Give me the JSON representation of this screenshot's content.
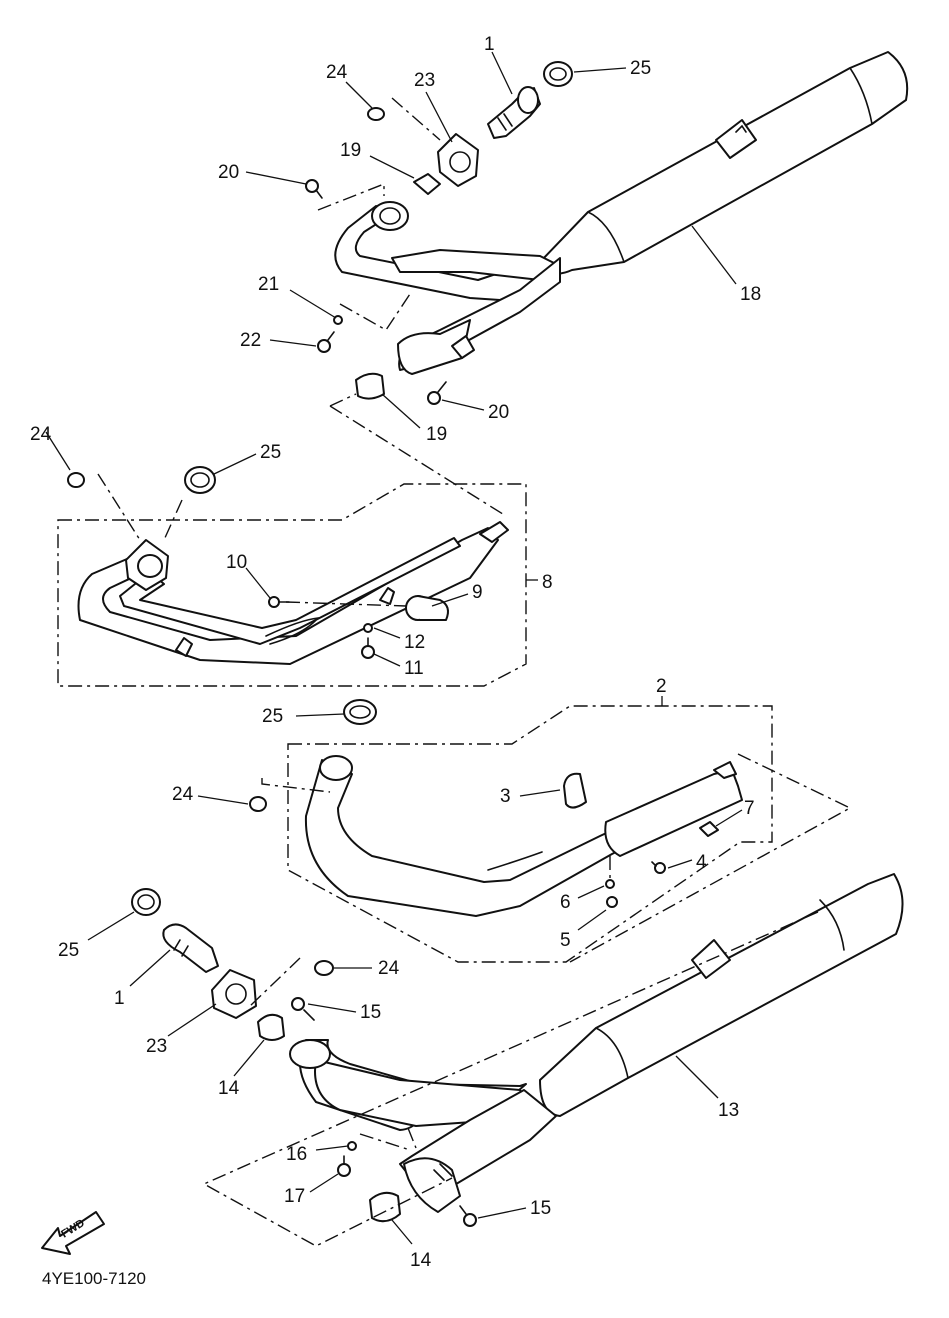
{
  "diagram_code": "4YE100-7120",
  "fwd_label": "FWD",
  "callouts": [
    {
      "id": "c1",
      "text": "1"
    },
    {
      "id": "c2",
      "text": "25"
    },
    {
      "id": "c3",
      "text": "24"
    },
    {
      "id": "c4",
      "text": "23"
    },
    {
      "id": "c5",
      "text": "19"
    },
    {
      "id": "c6",
      "text": "20"
    },
    {
      "id": "c7",
      "text": "18"
    },
    {
      "id": "c8",
      "text": "21"
    },
    {
      "id": "c9",
      "text": "22"
    },
    {
      "id": "c10",
      "text": "20"
    },
    {
      "id": "c11",
      "text": "19"
    },
    {
      "id": "c12",
      "text": "24"
    },
    {
      "id": "c13",
      "text": "25"
    },
    {
      "id": "c14",
      "text": "10"
    },
    {
      "id": "c15",
      "text": "9"
    },
    {
      "id": "c16",
      "text": "8"
    },
    {
      "id": "c17",
      "text": "12"
    },
    {
      "id": "c18",
      "text": "11"
    },
    {
      "id": "c19",
      "text": "2"
    },
    {
      "id": "c20",
      "text": "25"
    },
    {
      "id": "c21",
      "text": "24"
    },
    {
      "id": "c22",
      "text": "3"
    },
    {
      "id": "c23",
      "text": "7"
    },
    {
      "id": "c24",
      "text": "4"
    },
    {
      "id": "c25",
      "text": "6"
    },
    {
      "id": "c26",
      "text": "5"
    },
    {
      "id": "c27",
      "text": "25"
    },
    {
      "id": "c28",
      "text": "1"
    },
    {
      "id": "c29",
      "text": "24"
    },
    {
      "id": "c30",
      "text": "15"
    },
    {
      "id": "c31",
      "text": "23"
    },
    {
      "id": "c32",
      "text": "14"
    },
    {
      "id": "c33",
      "text": "13"
    },
    {
      "id": "c34",
      "text": "16"
    },
    {
      "id": "c35",
      "text": "17"
    },
    {
      "id": "c36",
      "text": "15"
    },
    {
      "id": "c37",
      "text": "14"
    }
  ]
}
